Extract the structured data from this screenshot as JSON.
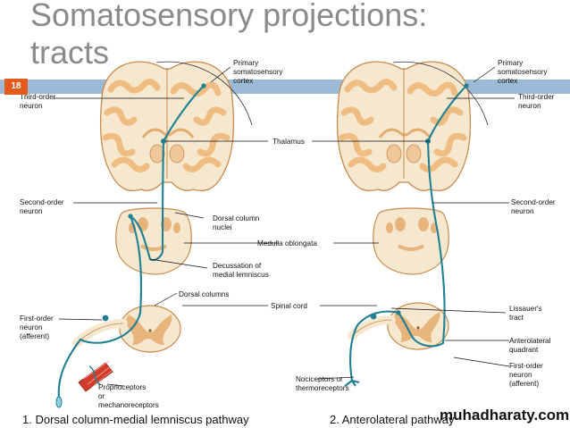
{
  "title": {
    "line1": "Somatosensory projections:",
    "line2": "tracts"
  },
  "slide_number": "18",
  "labels": {
    "primary_cortex_line1": "Primary",
    "primary_cortex_line2": "somatosensory",
    "primary_cortex_line3": "cortex",
    "third_order_line1": "Third-order",
    "third_order_line2": "neuron",
    "thalamus": "Thalamus",
    "second_order_line1": "Second-order",
    "second_order_line2": "neuron",
    "dorsal_column_nuclei_line1": "Dorsal column",
    "dorsal_column_nuclei_line2": "nuclei",
    "medulla": "Medulla oblongata",
    "decussation_line1": "Decussation of",
    "decussation_line2": "medial lemniscus",
    "dorsal_columns": "Dorsal columns",
    "spinal_cord": "Spinal cord",
    "lissauer_line1": "Lissauer's",
    "lissauer_line2": "tract",
    "first_order_line1": "First-order",
    "first_order_line2": "neuron",
    "first_order_line3": "(afferent)",
    "anterolateral_line1": "Anterolateral",
    "anterolateral_line2": "quadrant",
    "proprio_line1": "Proprioceptors",
    "proprio_line2": "or",
    "proprio_line3": "mechanoreceptors",
    "noci_line1": "Nociceptors or",
    "noci_line2": "thermoreceptors"
  },
  "captions": {
    "left": "1. Dorsal column-medial lemniscus pathway",
    "right": "2. Anterolateral pathway"
  },
  "watermark": "muhadharaty.com",
  "colors": {
    "tissue": "#f6e7cf",
    "gyri": "#f2c58c",
    "gray_matter": "#e7b47c",
    "tract": "#1f7f93",
    "band": "#9bbad6",
    "slide_badge": "#e35a1c",
    "receptor": "#d23a2a"
  }
}
